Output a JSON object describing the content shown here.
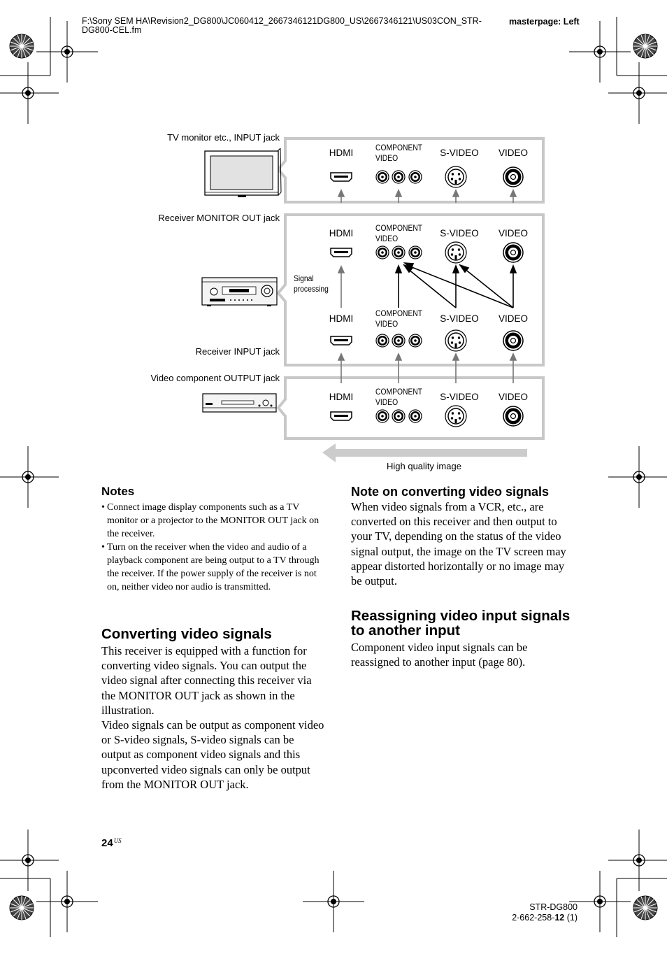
{
  "header": {
    "file_path": "F:\\Sony SEM HA\\Revision2_DG800\\JC060412_2667346121DG800_US\\2667346121\\US03CON_STR-DG800-CEL.fm",
    "masterpage": "masterpage: Left"
  },
  "diagram": {
    "device_labels": {
      "tv": "TV monitor etc., INPUT jack",
      "monitor_out": "Receiver MONITOR OUT jack",
      "receiver_input": "Receiver INPUT jack",
      "video_component": "Video component OUTPUT jack"
    },
    "jacks": {
      "hdmi": "HDMI",
      "component_line1": "COMPONENT",
      "component_line2": "VIDEO",
      "svideo": "S-VIDEO",
      "video": "VIDEO"
    },
    "signal_processing_line1": "Signal",
    "signal_processing_line2": "processing",
    "arrow_caption": "High quality image"
  },
  "notes": {
    "heading": "Notes",
    "items": [
      "Connect image display components such as a TV monitor or a projector to the MONITOR OUT jack on the receiver.",
      "Turn on the receiver when the video and audio of a playback component are being output to a TV through the receiver. If the power supply of the receiver is not on, neither video nor audio is transmitted."
    ]
  },
  "converting": {
    "heading": "Converting video signals",
    "para1": "This receiver is equipped with a function for converting video signals. You can output the video signal after connecting this receiver via the MONITOR OUT jack as shown in the illustration.",
    "para2": "Video signals can be output as component video or S-video signals, S-video signals can be output as component video signals and this upconverted video signals can only be output from the MONITOR OUT jack."
  },
  "note_converting": {
    "heading": "Note on converting video signals",
    "para": "When video signals from a VCR, etc., are converted on this receiver and then output to your TV, depending on the status of the video signal output, the image on the TV screen may appear distorted horizontally or no image may be output."
  },
  "reassigning": {
    "heading": "Reassigning video input signals to another input",
    "para": "Component video input signals can be reassigned to another input (page 80)."
  },
  "footer": {
    "page_number": "24",
    "page_suffix": "US",
    "model": "STR-DG800",
    "code_prefix": "2-662-258-",
    "code_bold": "12",
    "code_suffix": " (1)"
  }
}
